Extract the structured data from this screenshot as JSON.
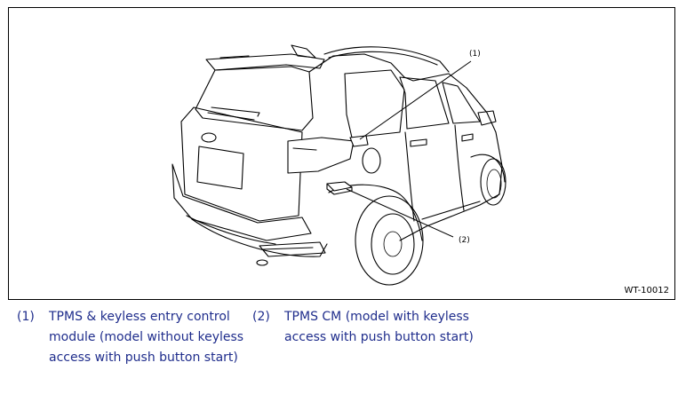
{
  "figure": {
    "code": "WT-10012",
    "callouts": [
      {
        "number": "(1)"
      },
      {
        "number": "(2)"
      }
    ]
  },
  "legend": [
    {
      "number": "(1)",
      "text": "TPMS & keyless entry control module (model without keyless access with push button start)"
    },
    {
      "number": "(2)",
      "text": "TPMS CM (model with keyless access with push button start)"
    }
  ],
  "colors": {
    "legend_text": "#1f2d8c",
    "line_art": "#000000"
  }
}
